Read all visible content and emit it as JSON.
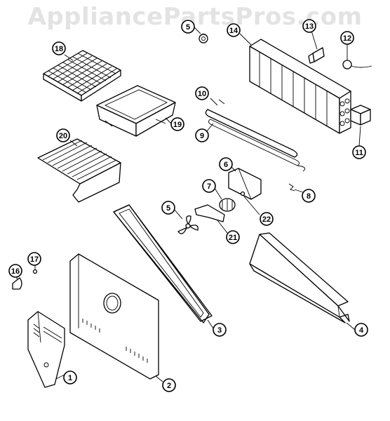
{
  "watermark": "AppliancePartsPros.com",
  "callouts": [
    {
      "label": "1"
    },
    {
      "label": "2"
    },
    {
      "label": "3"
    },
    {
      "label": "4"
    },
    {
      "label": "5"
    },
    {
      "label": "5"
    },
    {
      "label": "6"
    },
    {
      "label": "7"
    },
    {
      "label": "8"
    },
    {
      "label": "9"
    },
    {
      "label": "10"
    },
    {
      "label": "11"
    },
    {
      "label": "12"
    },
    {
      "label": "13"
    },
    {
      "label": "14"
    },
    {
      "label": "16"
    },
    {
      "label": "17"
    },
    {
      "label": "18"
    },
    {
      "label": "19"
    },
    {
      "label": "20"
    },
    {
      "label": "21"
    },
    {
      "label": "22"
    }
  ]
}
